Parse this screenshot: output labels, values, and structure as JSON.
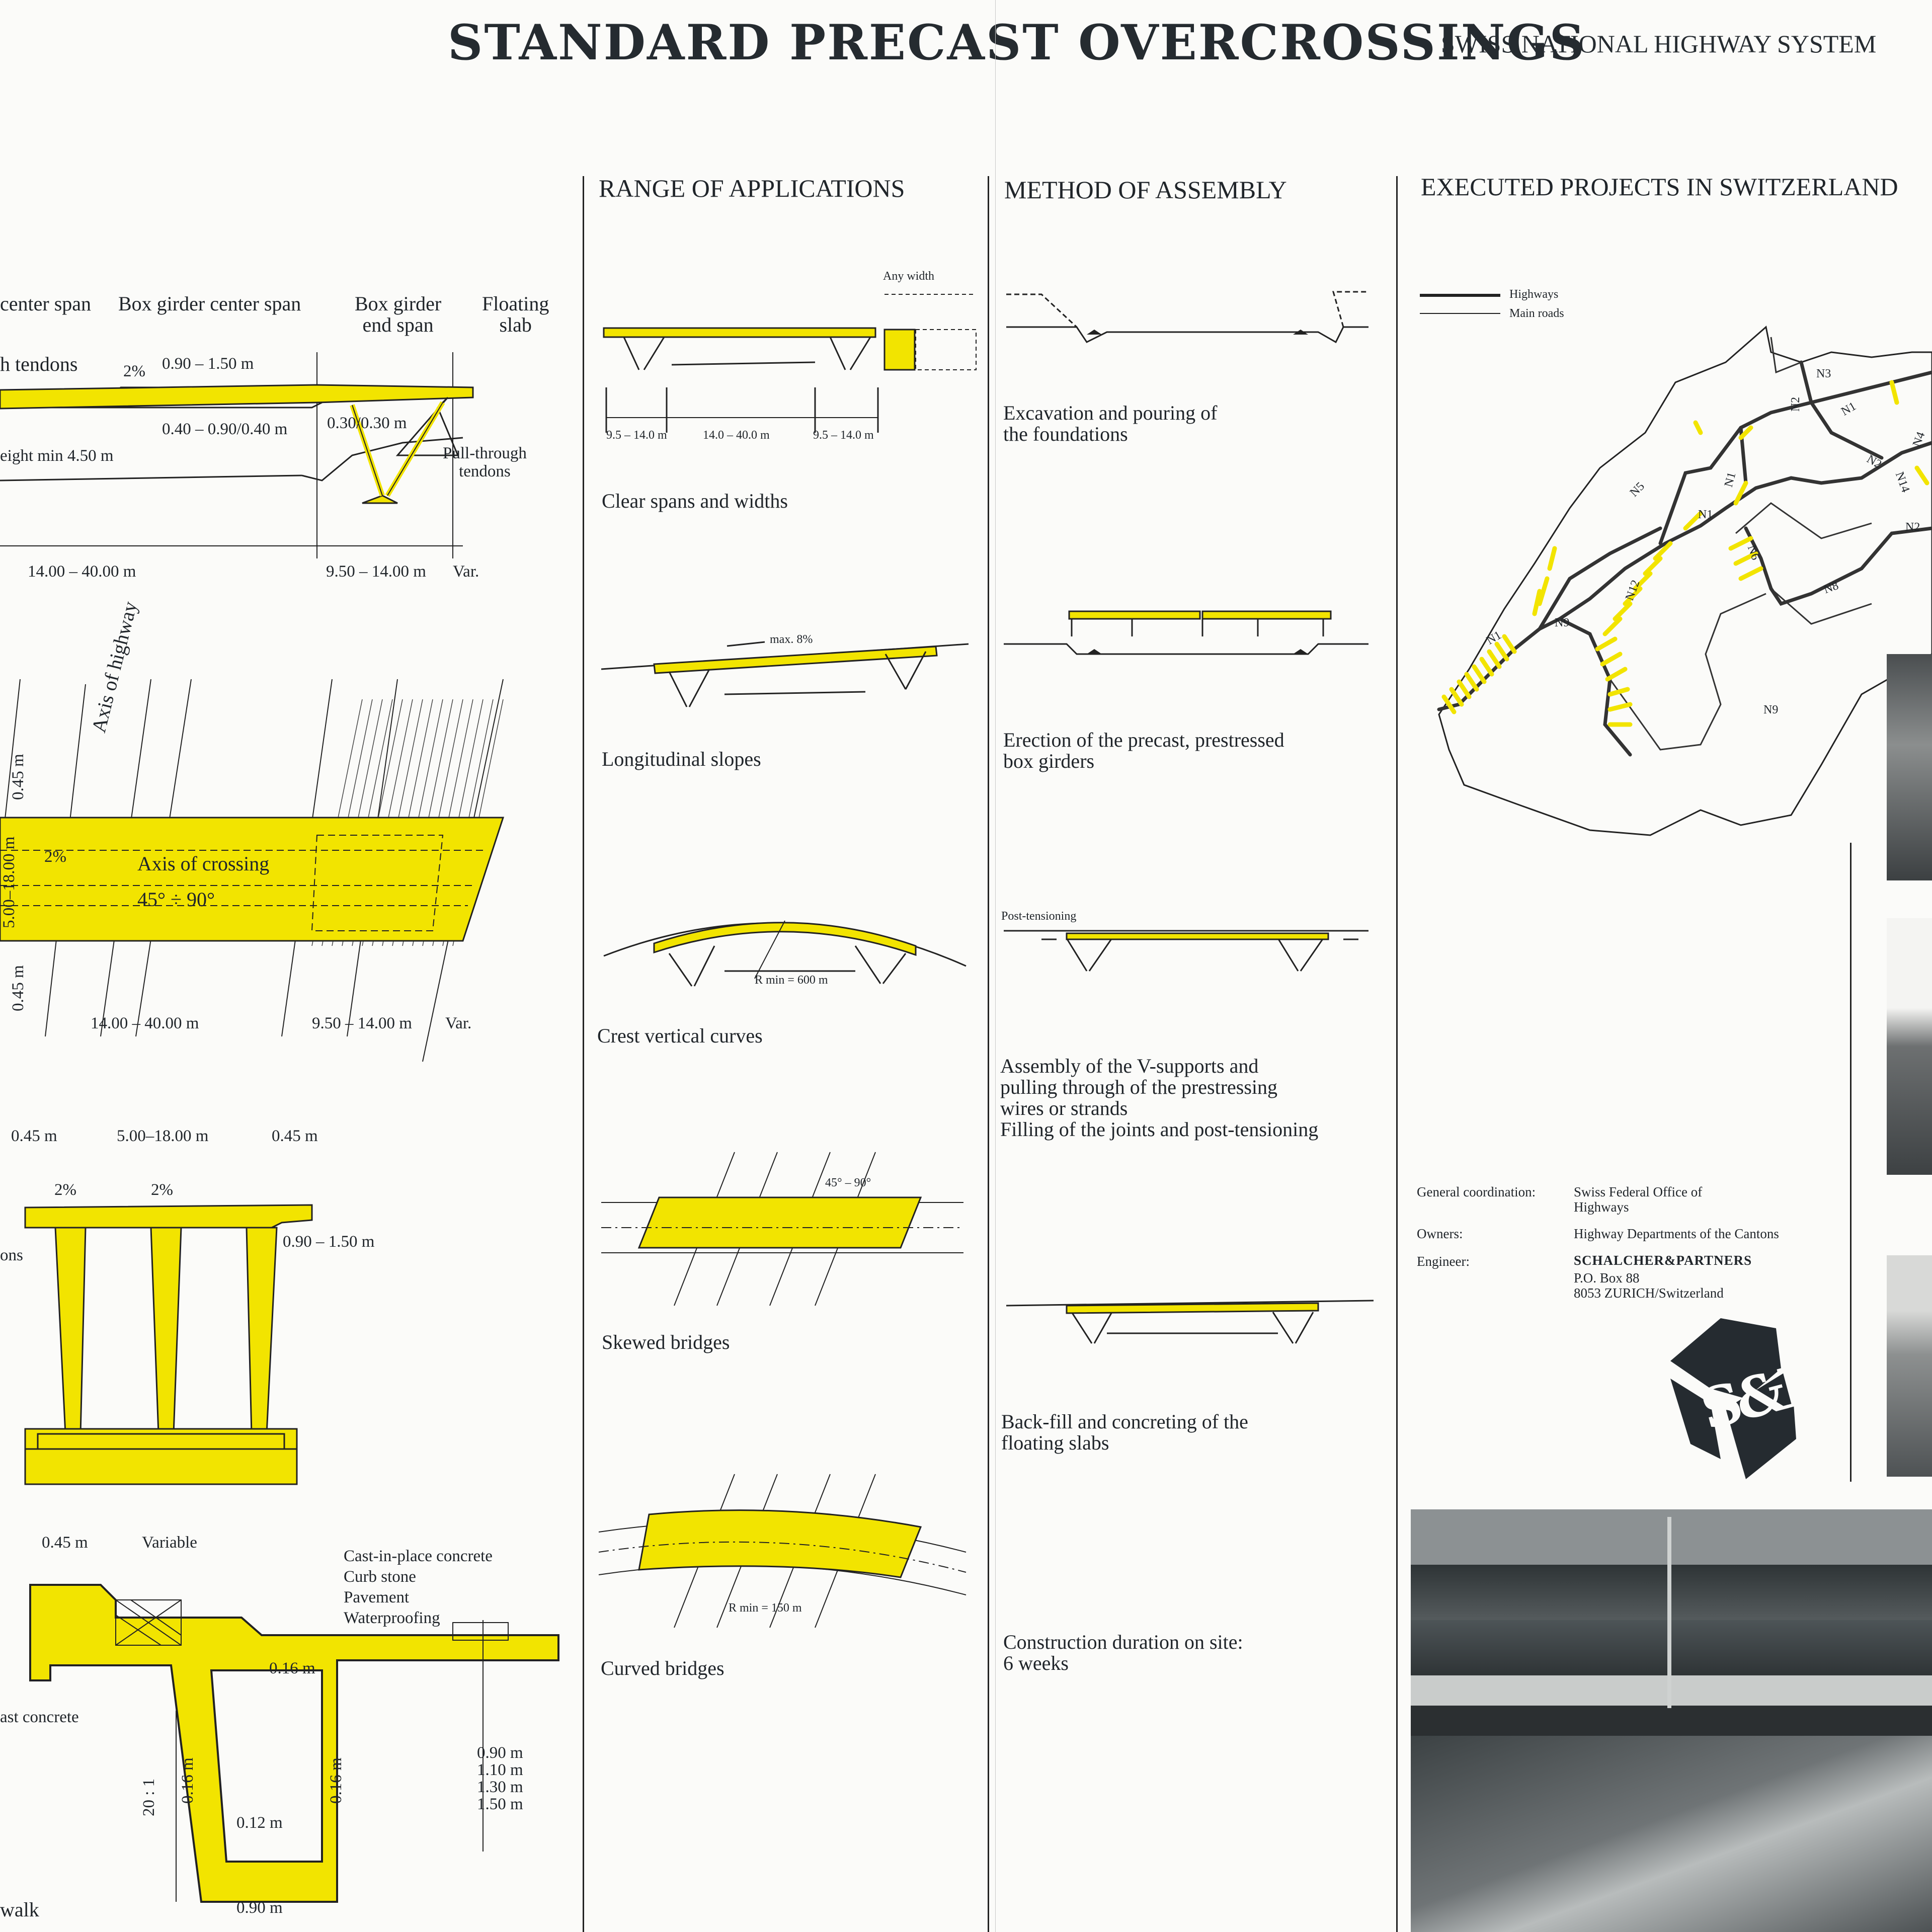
{
  "header": {
    "title": "STANDARD PRECAST OVERCROSSINGS",
    "subtitle": "SWISS NATIONAL HIGHWAY SYSTEM"
  },
  "columns": {
    "applications": "RANGE OF APPLICATIONS",
    "assembly": "METHOD OF ASSEMBLY",
    "projects": "EXECUTED PROJECTS IN  SWITZERLAND"
  },
  "left_panel": {
    "elevation": {
      "labels": [
        "center span",
        "Box girder center span",
        "Box girder\nend span",
        "Floating\nslab"
      ],
      "tendons": "h tendons",
      "pct": "2%",
      "depth1": "0.90 – 1.50 m",
      "depth2": "0.40 – 0.90/0.40 m",
      "depth3": "0.30/0.30 m",
      "clearance": "eight min 4.50 m",
      "pull": "Pull-through\ntendons",
      "span_center": "14.00 – 40.00 m",
      "span_end": "9.50 – 14.00 m",
      "var": "Var."
    },
    "plan": {
      "axis_highway": "Axis of highway",
      "axis_crossing": "Axis of crossing",
      "pct": "2%",
      "angle": "45° ÷ 90°",
      "edge_top": "0.45 m",
      "edge_bottom": "0.45 m",
      "width": "5.00–18.00 m",
      "span_center": "14.00 – 40.00 m",
      "span_end": "9.50 – 14.00 m",
      "var": "Var."
    },
    "section": {
      "left": "0.45 m",
      "middle": "5.00–18.00 m",
      "right": "0.45 m",
      "pct_a": "2%",
      "pct_b": "2%",
      "depth": "0.90 – 1.50 m",
      "ons": "ons"
    },
    "detail": {
      "edge": "0.45 m",
      "variable": "Variable",
      "callouts": [
        "Cast-in-place concrete",
        "Curb stone",
        "Pavement",
        "Waterproofing"
      ],
      "slab": "0.16 m",
      "web_left": "0.16 m",
      "web_right": "0.16 m",
      "slope": "20 : 1",
      "bottom": "0.12 m",
      "width": "0.90 m",
      "heights": [
        "0.90 m",
        "1.10 m",
        "1.30 m",
        "1.50 m"
      ],
      "precast": "ast concrete",
      "walk": "walk"
    }
  },
  "applications": {
    "any_width": "Any width",
    "spans": [
      "9.5 – 14.0 m",
      "14.0 – 40.0 m",
      "9.5 – 14.0 m"
    ],
    "items": [
      {
        "caption": "Clear spans and widths"
      },
      {
        "caption": "Longitudinal slopes",
        "note": "max. 8%"
      },
      {
        "caption": "Crest vertical curves",
        "note": "R min = 600 m"
      },
      {
        "caption": "Skewed bridges",
        "note": "45° – 90°"
      },
      {
        "caption": "Curved bridges",
        "note": "R min = 150 m"
      }
    ]
  },
  "assembly": {
    "steps": [
      "Excavation and pouring of\nthe foundations",
      "Erection of the precast, prestressed\nbox girders",
      "Assembly of the V-supports and\npulling through of the prestressing\nwires or strands\nFilling of the joints and post-tensioning",
      "Back-fill and concreting of the\nfloating slabs",
      "Construction duration on site:\n6 weeks"
    ],
    "post_tensioning": "Post-tensioning"
  },
  "projects": {
    "legend": {
      "highways": "Highways",
      "main_roads": "Main roads"
    },
    "map_labels": [
      "N3",
      "N2",
      "N1",
      "N4",
      "N5",
      "N1",
      "N2",
      "N14",
      "N1",
      "N6",
      "N8",
      "N12",
      "N9",
      "N1",
      "N9",
      "N2"
    ],
    "credits": {
      "coord_label": "General coordination:",
      "coord_value": "Swiss Federal Office of\nHighways",
      "owners_label": "Owners:",
      "owners_value": "Highway Departments of the Cantons",
      "engineer_label": "Engineer:",
      "engineer_name": "SCHALCHER&PARTNERS",
      "engineer_address": "P.O. Box 88\n8053 ZURICH/Switzerland"
    },
    "logo_letters": "S&P"
  },
  "colors": {
    "yellow": "#f2e400",
    "ink": "#1d2126",
    "paper": "#fbfbf9"
  }
}
